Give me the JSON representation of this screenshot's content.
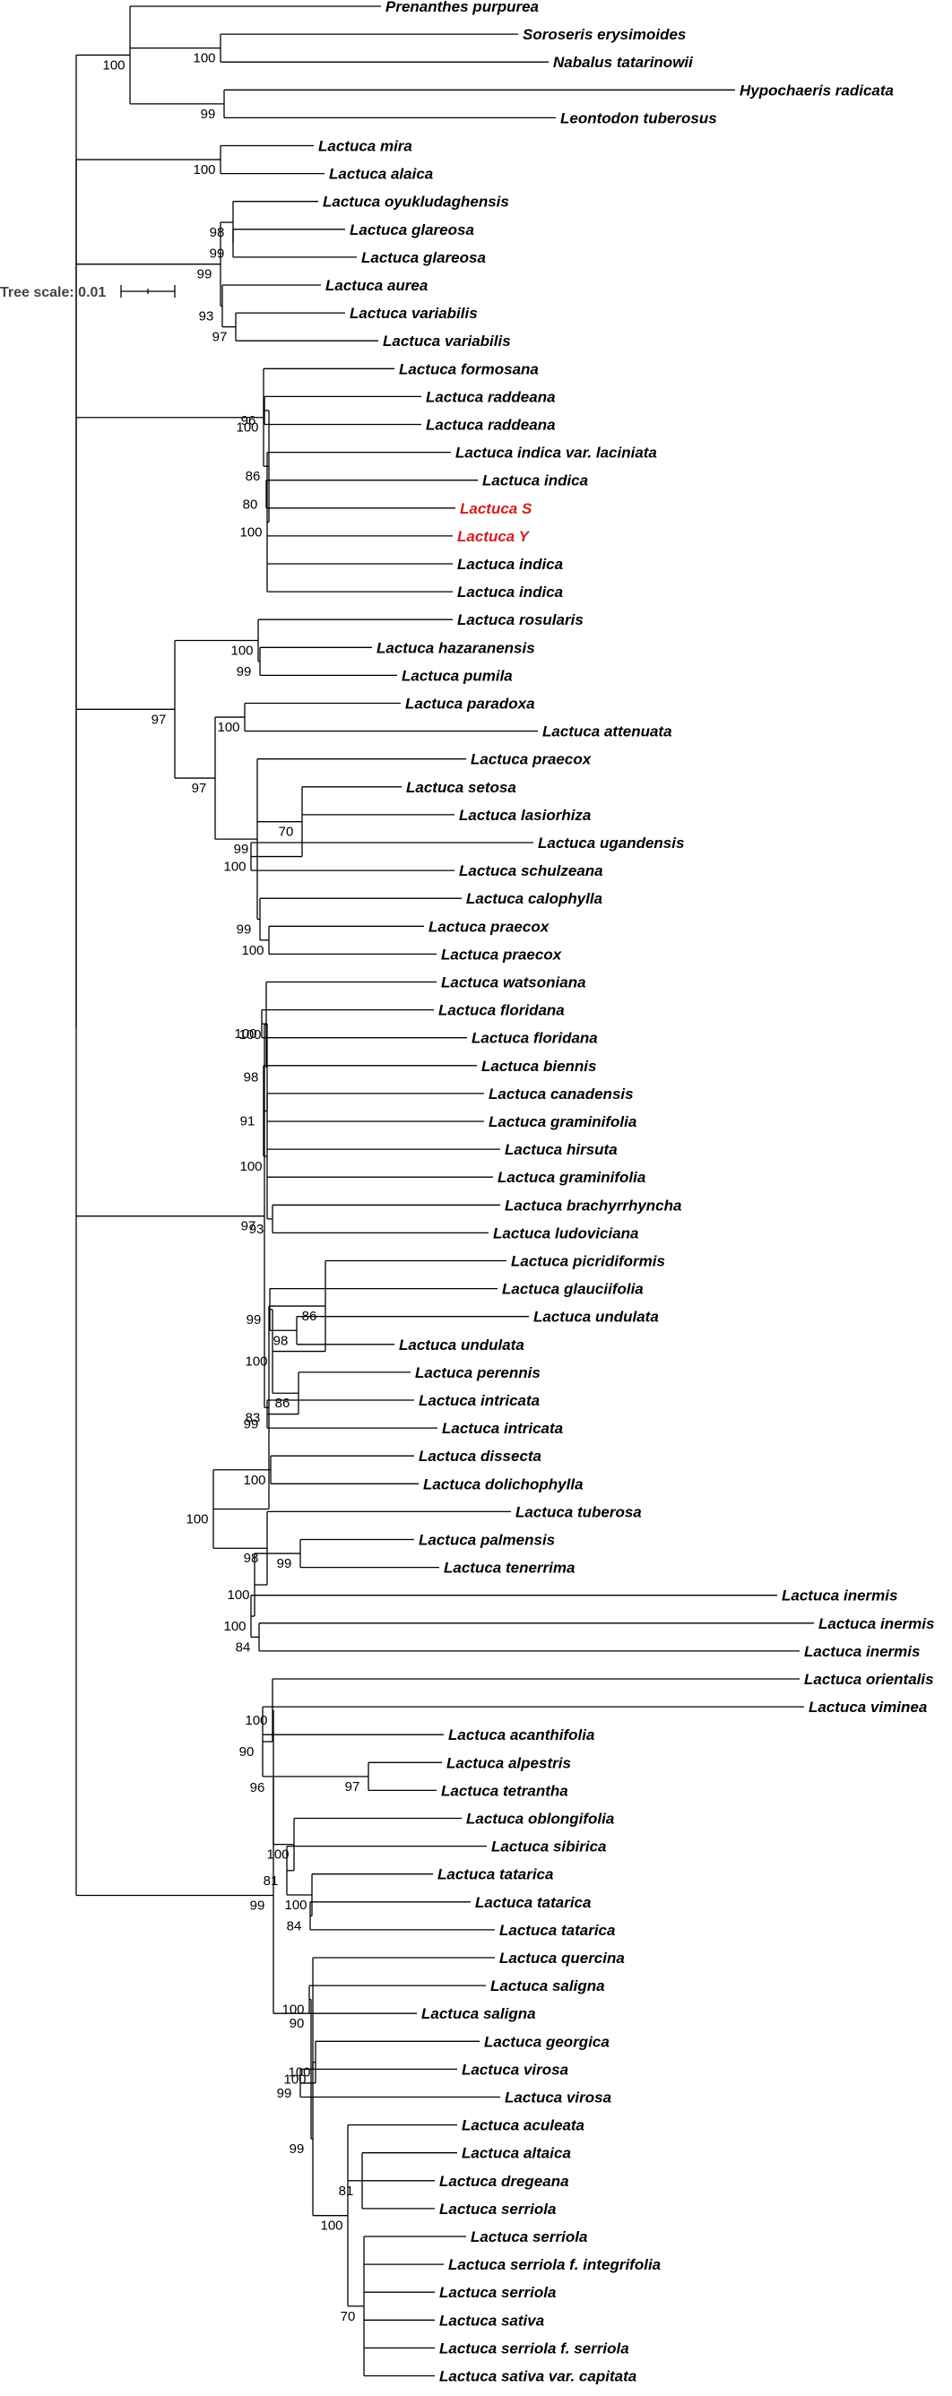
{
  "tree_scale": {
    "label": "Tree scale: 0.01",
    "value": 0.01
  },
  "highlight_color": "#d71c1c",
  "tree": {
    "children": [
      {
        "s": "100",
        "children": [
          {
            "l": "Prenanthes purpurea"
          },
          {
            "s": "100",
            "children": [
              {
                "l": "Soroseris erysimoides"
              },
              {
                "l": "Nabalus tatarinowii"
              }
            ]
          },
          {
            "s": "99",
            "children": [
              {
                "l": "Hypochaeris radicata"
              },
              {
                "l": "Leontodon tuberosus"
              }
            ]
          }
        ]
      },
      {
        "children": [
          {
            "s": "100",
            "children": [
              {
                "l": "Lactuca mira"
              },
              {
                "l": "Lactuca alaica"
              }
            ]
          },
          {
            "s": "99",
            "children": [
              {
                "s": "98",
                "children": [
                  {
                    "l": "Lactuca oyukludaghensis"
                  },
                  {
                    "s": "99",
                    "children": [
                      {
                        "l": "Lactuca glareosa"
                      },
                      {
                        "l": "Lactuca glareosa"
                      }
                    ]
                  }
                ]
              },
              {
                "s": "93",
                "children": [
                  {
                    "l": "Lactuca aurea"
                  },
                  {
                    "s": "97",
                    "children": [
                      {
                        "l": "Lactuca variabilis"
                      },
                      {
                        "l": "Lactuca variabilis"
                      }
                    ]
                  }
                ]
              }
            ]
          },
          {
            "s": "100",
            "children": [
              {
                "l": "Lactuca formosana"
              },
              {
                "s": "86",
                "children": [
                  {
                    "s": "96",
                    "children": [
                      {
                        "l": "Lactuca raddeana"
                      },
                      {
                        "l": "Lactuca raddeana"
                      }
                    ]
                  },
                  {
                    "s": "100",
                    "children": [
                      {
                        "l": "Lactuca indica var. laciniata"
                      },
                      {
                        "s": "80",
                        "children": [
                          {
                            "l": "Lactuca indica"
                          },
                          {
                            "l": "Lactuca S",
                            "hl": true
                          }
                        ]
                      },
                      {
                        "l": "Lactuca Y",
                        "hl": true
                      },
                      {
                        "l": "Lactuca indica"
                      },
                      {
                        "l": "Lactuca indica"
                      }
                    ]
                  }
                ]
              }
            ]
          },
          {
            "s": "97",
            "children": [
              {
                "s": "100",
                "children": [
                  {
                    "l": "Lactuca rosularis"
                  },
                  {
                    "s": "99",
                    "children": [
                      {
                        "l": "Lactuca hazaranensis"
                      },
                      {
                        "l": "Lactuca pumila"
                      }
                    ]
                  }
                ]
              },
              {
                "s": "97",
                "children": [
                  {
                    "s": "100",
                    "children": [
                      {
                        "l": "Lactuca paradoxa"
                      },
                      {
                        "l": "Lactuca attenuata"
                      }
                    ]
                  },
                  {
                    "s": "99",
                    "children": [
                      {
                        "l": "Lactuca praecox"
                      },
                      {
                        "s": "70",
                        "children": [
                          {
                            "l": "Lactuca setosa"
                          },
                          {
                            "l": "Lactuca lasiorhiza"
                          },
                          {
                            "s": "100",
                            "children": [
                              {
                                "l": "Lactuca ugandensis"
                              },
                              {
                                "l": "Lactuca schulzeana"
                              }
                            ]
                          }
                        ]
                      },
                      {
                        "s": "99",
                        "children": [
                          {
                            "l": "Lactuca calophylla"
                          },
                          {
                            "s": "100",
                            "children": [
                              {
                                "l": "Lactuca praecox"
                              },
                              {
                                "l": "Lactuca praecox"
                              }
                            ]
                          }
                        ]
                      }
                    ]
                  }
                ]
              }
            ]
          },
          {
            "s": "97",
            "children": [
              {
                "s": "100",
                "children": [
                  {
                    "l": "Lactuca watsoniana"
                  },
                  {
                    "s": "98",
                    "children": [
                      {
                        "s": "100",
                        "children": [
                          {
                            "l": "Lactuca floridana"
                          },
                          {
                            "l": "Lactuca floridana"
                          }
                        ]
                      },
                      {
                        "s": "91",
                        "children": [
                          {
                            "l": "Lactuca biennis"
                          },
                          {
                            "s": "100",
                            "children": [
                              {
                                "l": "Lactuca canadensis"
                              },
                              {
                                "l": "Lactuca graminifolia"
                              },
                              {
                                "l": "Lactuca hirsuta"
                              },
                              {
                                "l": "Lactuca graminifolia"
                              },
                              {
                                "s": "93",
                                "children": [
                                  {
                                    "l": "Lactuca brachyrrhyncha"
                                  },
                                  {
                                    "l": "Lactuca ludoviciana"
                                  }
                                ]
                              }
                            ]
                          }
                        ]
                      }
                    ]
                  }
                ]
              },
              {
                "s": "83",
                "children": [
                  {
                    "s": "86",
                    "children": [
                      {
                        "l": "Lactuca picridiformis"
                      },
                      {
                        "s": "100",
                        "children": [
                          {
                            "s": "99",
                            "children": [
                              {
                                "l": "Lactuca glauciifolia"
                              },
                              {
                                "s": "98",
                                "children": [
                                  {
                                    "l": "Lactuca undulata"
                                  },
                                  {
                                    "l": "Lactuca undulata"
                                  }
                                ]
                              }
                            ]
                          },
                          {
                            "s": "86",
                            "children": [
                              {
                                "l": "Lactuca perennis"
                              },
                              {
                                "s": "99",
                                "children": [
                                  {
                                    "l": "Lactuca intricata"
                                  },
                                  {
                                    "l": "Lactuca intricata"
                                  }
                                ]
                              }
                            ]
                          }
                        ]
                      }
                    ]
                  },
                  {
                    "s": "100",
                    "children": [
                      {
                        "s": "100",
                        "children": [
                          {
                            "l": "Lactuca dissecta"
                          },
                          {
                            "l": "Lactuca dolichophylla"
                          }
                        ]
                      },
                      {
                        "s": "98",
                        "children": [
                          {
                            "l": "Lactuca tuberosa"
                          },
                          {
                            "s": "100",
                            "children": [
                              {
                                "s": "99",
                                "children": [
                                  {
                                    "l": "Lactuca palmensis"
                                  },
                                  {
                                    "l": "Lactuca tenerrima"
                                  }
                                ]
                              },
                              {
                                "s": "100",
                                "children": [
                                  {
                                    "l": "Lactuca inermis"
                                  },
                                  {
                                    "s": "84",
                                    "children": [
                                      {
                                        "l": "Lactuca inermis"
                                      },
                                      {
                                        "l": "Lactuca inermis"
                                      }
                                    ]
                                  }
                                ]
                              }
                            ]
                          }
                        ]
                      }
                    ]
                  }
                ]
              }
            ]
          },
          {
            "s": "99",
            "children": [
              {
                "s": "96",
                "children": [
                  {
                    "s": "100",
                    "children": [
                      {
                        "l": "Lactuca orientalis"
                      },
                      {
                        "s": "90",
                        "children": [
                          {
                            "l": "Lactuca viminea"
                          },
                          {
                            "l": "Lactuca acanthifolia"
                          },
                          {
                            "s": "97",
                            "children": [
                              {
                                "l": "Lactuca alpestris"
                              },
                              {
                                "l": "Lactuca tetrantha"
                              }
                            ]
                          }
                        ]
                      }
                    ]
                  },
                  {
                    "s": "100",
                    "children": [
                      {
                        "l": "Lactuca oblongifolia"
                      },
                      {
                        "s": "81",
                        "children": [
                          {
                            "l": "Lactuca sibirica"
                          },
                          {
                            "s": "100",
                            "children": [
                              {
                                "l": "Lactuca tatarica"
                              },
                              {
                                "s": "84",
                                "children": [
                                  {
                                    "l": "Lactuca tatarica"
                                  },
                                  {
                                    "l": "Lactuca tatarica"
                                  }
                                ]
                              }
                            ]
                          }
                        ]
                      }
                    ]
                  }
                ]
              },
              {
                "s": "90",
                "children": [
                  {
                    "l": "Lactuca quercina"
                  },
                  {
                    "s": "100",
                    "children": [
                      {
                        "s": "100",
                        "children": [
                          {
                            "l": "Lactuca saligna"
                          },
                          {
                            "l": "Lactuca saligna"
                          }
                        ]
                      },
                      {
                        "s": "99",
                        "children": [
                          {
                            "s": "100",
                            "children": [
                              {
                                "l": "Lactuca georgica"
                              },
                              {
                                "s": "99",
                                "children": [
                                  {
                                    "l": "Lactuca virosa"
                                  },
                                  {
                                    "l": "Lactuca virosa"
                                  }
                                ]
                              }
                            ]
                          },
                          {
                            "s": "100",
                            "children": [
                              {
                                "l": "Lactuca aculeata"
                              },
                              {
                                "s": "81",
                                "children": [
                                  {
                                    "l": "Lactuca altaica"
                                  },
                                  {
                                    "l": "Lactuca dregeana"
                                  },
                                  {
                                    "l": "Lactuca serriola"
                                  }
                                ]
                              },
                              {
                                "s": "70",
                                "children": [
                                  {
                                    "l": "Lactuca serriola"
                                  },
                                  {
                                    "l": "Lactuca serriola f. integrifolia"
                                  },
                                  {
                                    "l": "Lactuca serriola"
                                  },
                                  {
                                    "l": "Lactuca sativa"
                                  },
                                  {
                                    "l": "Lactuca serriola f. serriola"
                                  },
                                  {
                                    "l": "Lactuca sativa var. capitata"
                                  }
                                ]
                              }
                            ]
                          }
                        ]
                      }
                    ]
                  }
                ]
              }
            ]
          }
        ]
      }
    ]
  }
}
